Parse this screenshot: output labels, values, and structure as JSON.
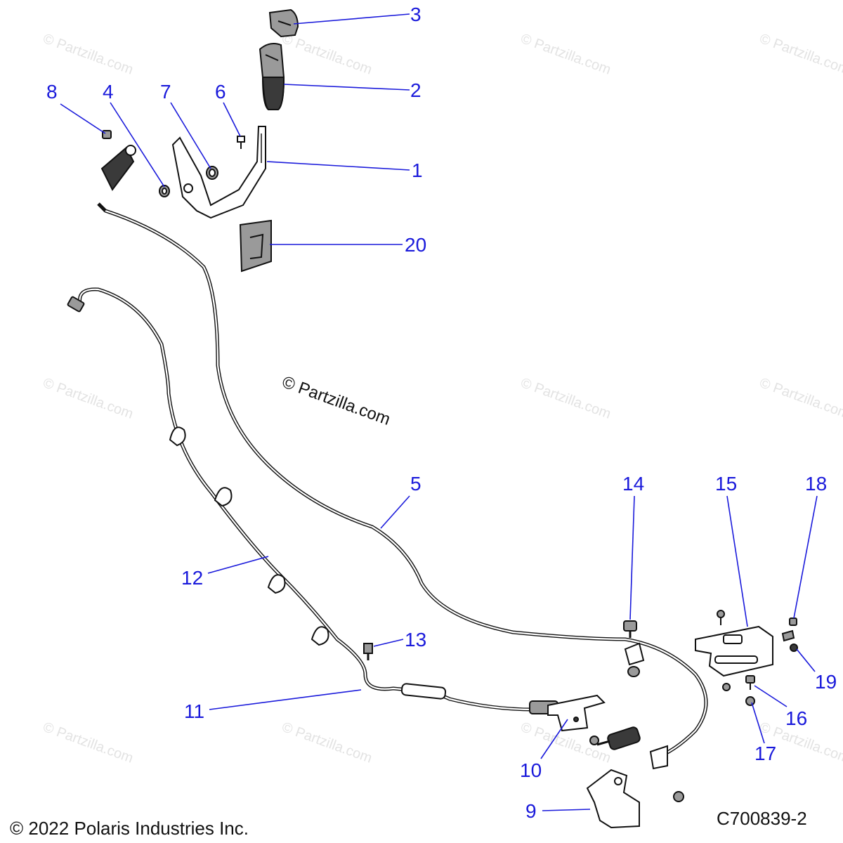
{
  "diagram": {
    "callouts": [
      {
        "id": "3",
        "label": "3"
      },
      {
        "id": "2",
        "label": "2"
      },
      {
        "id": "8",
        "label": "8"
      },
      {
        "id": "4",
        "label": "4"
      },
      {
        "id": "7",
        "label": "7"
      },
      {
        "id": "6",
        "label": "6"
      },
      {
        "id": "1",
        "label": "1"
      },
      {
        "id": "20",
        "label": "20"
      },
      {
        "id": "5",
        "label": "5"
      },
      {
        "id": "14",
        "label": "14"
      },
      {
        "id": "15",
        "label": "15"
      },
      {
        "id": "18",
        "label": "18"
      },
      {
        "id": "12",
        "label": "12"
      },
      {
        "id": "13",
        "label": "13"
      },
      {
        "id": "19",
        "label": "19"
      },
      {
        "id": "11",
        "label": "11"
      },
      {
        "id": "16",
        "label": "16"
      },
      {
        "id": "17",
        "label": "17"
      },
      {
        "id": "10",
        "label": "10"
      },
      {
        "id": "9",
        "label": "9"
      }
    ],
    "watermark_text": "© Partzilla.com",
    "center_watermark": "© Partzilla.com",
    "copyright": "© 2022 Polaris Industries Inc.",
    "figure_code": "C700839-2",
    "accent_color": "#1a1adb"
  }
}
